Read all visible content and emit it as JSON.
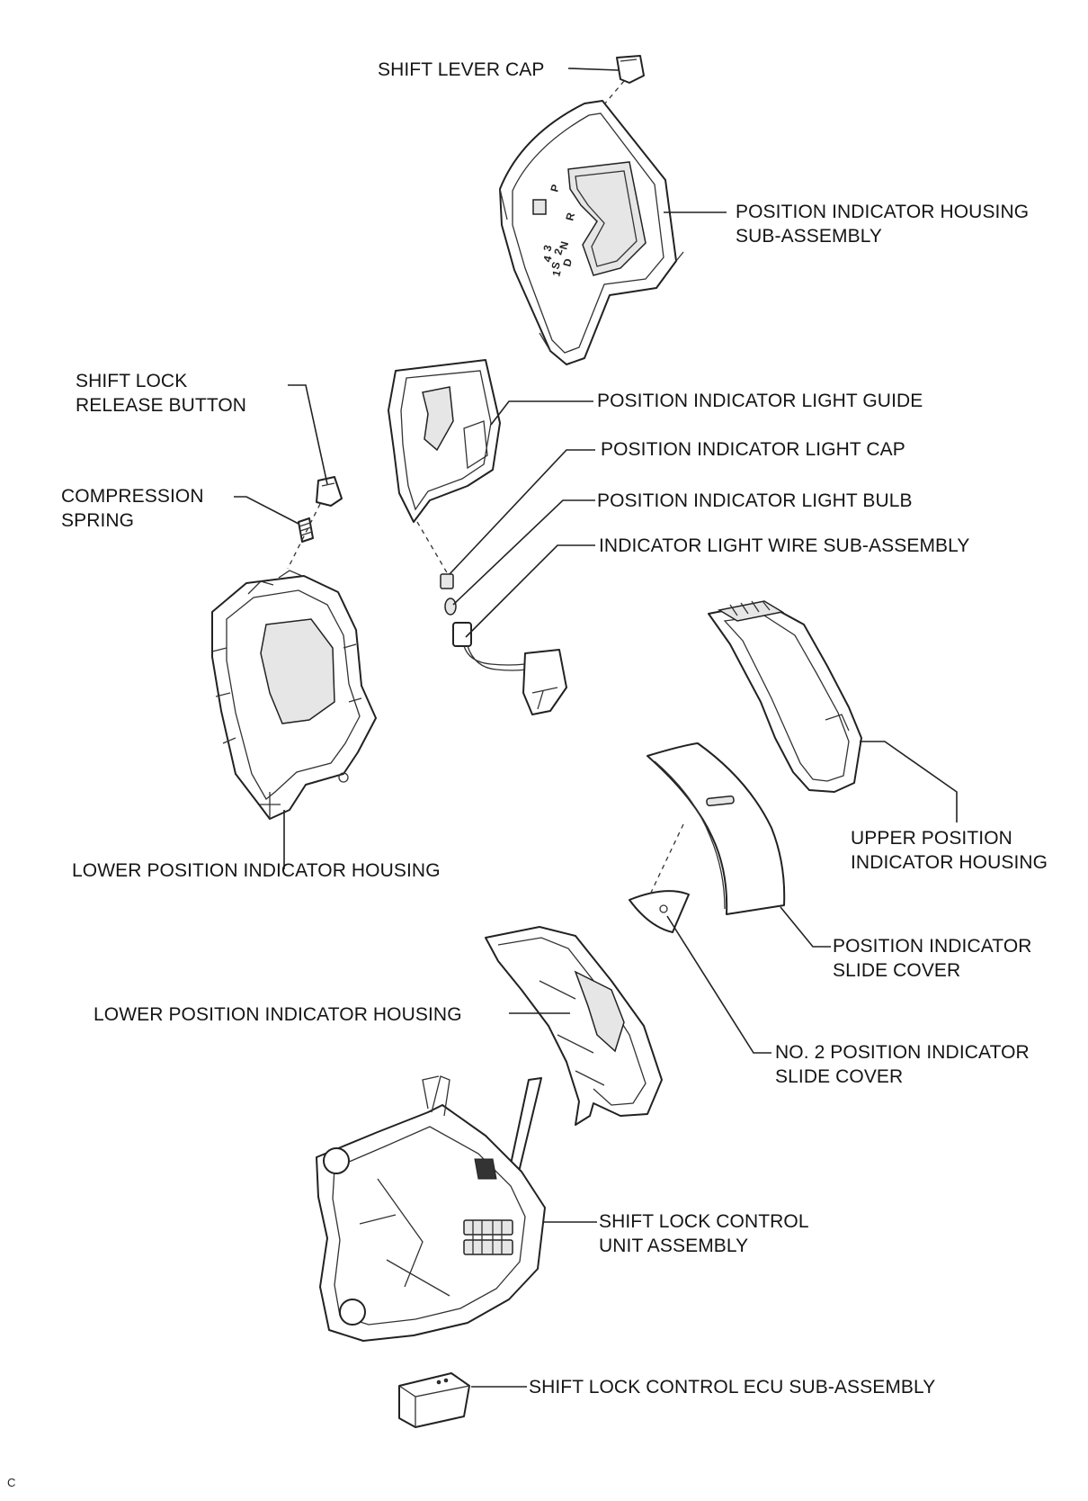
{
  "labels": {
    "shift_lever_cap": "SHIFT LEVER CAP",
    "position_indicator_housing_sub_assembly": [
      "POSITION INDICATOR HOUSING",
      "SUB-ASSEMBLY"
    ],
    "shift_lock_release_button": [
      "SHIFT LOCK",
      "RELEASE BUTTON"
    ],
    "position_indicator_light_guide": "POSITION INDICATOR LIGHT GUIDE",
    "position_indicator_light_cap": "POSITION INDICATOR LIGHT CAP",
    "compression_spring": [
      "COMPRESSION",
      "SPRING"
    ],
    "position_indicator_light_bulb": "POSITION INDICATOR LIGHT BULB",
    "indicator_light_wire_sub_assembly": "INDICATOR LIGHT WIRE SUB-ASSEMBLY",
    "upper_position_indicator_housing": [
      "UPPER POSITION",
      "INDICATOR HOUSING"
    ],
    "lower_position_indicator_housing_1": "LOWER POSITION INDICATOR HOUSING",
    "position_indicator_slide_cover": [
      "POSITION INDICATOR",
      "SLIDE COVER"
    ],
    "lower_position_indicator_housing_2": "LOWER POSITION INDICATOR HOUSING",
    "no2_position_indicator_slide_cover": [
      "NO. 2 POSITION INDICATOR",
      "SLIDE COVER"
    ],
    "shift_lock_control_unit_assembly": [
      "SHIFT LOCK CONTROL",
      "UNIT ASSEMBLY"
    ],
    "shift_lock_control_ecu_sub_assembly": "SHIFT LOCK CONTROL ECU SUB-ASSEMBLY"
  },
  "gate_letters": [
    "P",
    "R",
    "N",
    "D",
    "S",
    "4",
    "3",
    "2",
    "1"
  ],
  "corner_mark": "C"
}
